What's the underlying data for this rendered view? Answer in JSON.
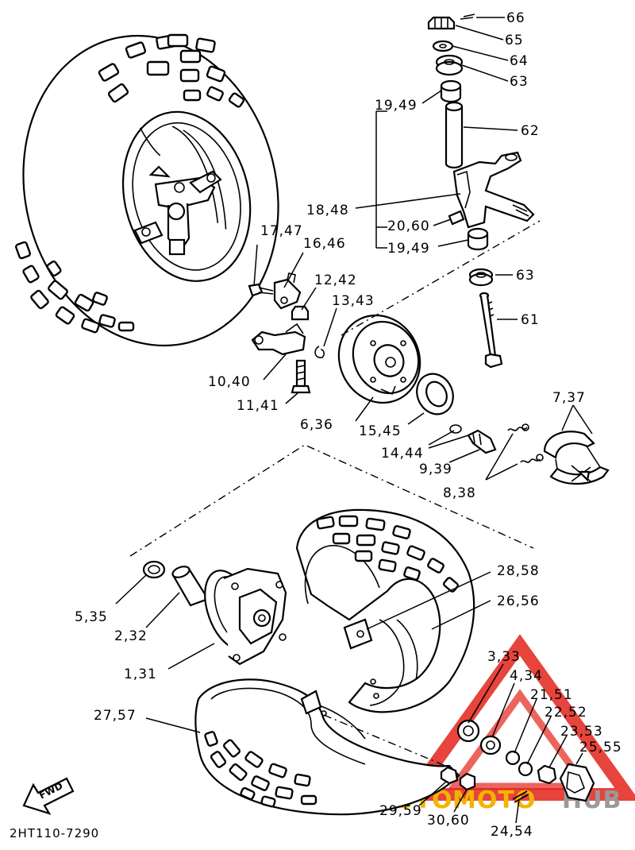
{
  "diagram": {
    "drawing_code": "2HT110-7290",
    "fwd_label": "FWD",
    "watermark": {
      "word_a": "AUTO",
      "word_b": "MOTO",
      "word_c": "HUB",
      "color_red": "#e2231a",
      "color_gold": "#f2b400",
      "color_gray": "#9a9a9a"
    },
    "callouts": [
      {
        "id": "c66",
        "text": "66"
      },
      {
        "id": "c65",
        "text": "65"
      },
      {
        "id": "c64",
        "text": "64"
      },
      {
        "id": "c63a",
        "text": "63"
      },
      {
        "id": "c1949a",
        "text": "19,49"
      },
      {
        "id": "c62",
        "text": "62"
      },
      {
        "id": "c1848",
        "text": "18,48"
      },
      {
        "id": "c2060",
        "text": "20,60"
      },
      {
        "id": "c1949b",
        "text": "19,49"
      },
      {
        "id": "c1747",
        "text": "17,47"
      },
      {
        "id": "c1646",
        "text": "16,46"
      },
      {
        "id": "c1242",
        "text": "12,42"
      },
      {
        "id": "c1343",
        "text": "13,43"
      },
      {
        "id": "c63b",
        "text": "63"
      },
      {
        "id": "c61",
        "text": "61"
      },
      {
        "id": "c1040",
        "text": "10,40"
      },
      {
        "id": "c1141",
        "text": "11,41"
      },
      {
        "id": "c636",
        "text": "6,36"
      },
      {
        "id": "c1545",
        "text": "15,45"
      },
      {
        "id": "c737",
        "text": "7,37"
      },
      {
        "id": "c1444",
        "text": "14,44"
      },
      {
        "id": "c939",
        "text": "9,39"
      },
      {
        "id": "c838",
        "text": "8,38"
      },
      {
        "id": "c2858",
        "text": "28,58"
      },
      {
        "id": "c2656",
        "text": "26,56"
      },
      {
        "id": "c535",
        "text": "5,35"
      },
      {
        "id": "c232",
        "text": "2,32"
      },
      {
        "id": "c131",
        "text": "1,31"
      },
      {
        "id": "c333",
        "text": "3,33"
      },
      {
        "id": "c434",
        "text": "4,34"
      },
      {
        "id": "c2151",
        "text": "21,51"
      },
      {
        "id": "c2252",
        "text": "22,52"
      },
      {
        "id": "c2353",
        "text": "23,53"
      },
      {
        "id": "c2555",
        "text": "25,55"
      },
      {
        "id": "c2757",
        "text": "27,57"
      },
      {
        "id": "c2959",
        "text": "29,59"
      },
      {
        "id": "c3060",
        "text": "30,60"
      },
      {
        "id": "c2454",
        "text": "24,54"
      }
    ]
  }
}
